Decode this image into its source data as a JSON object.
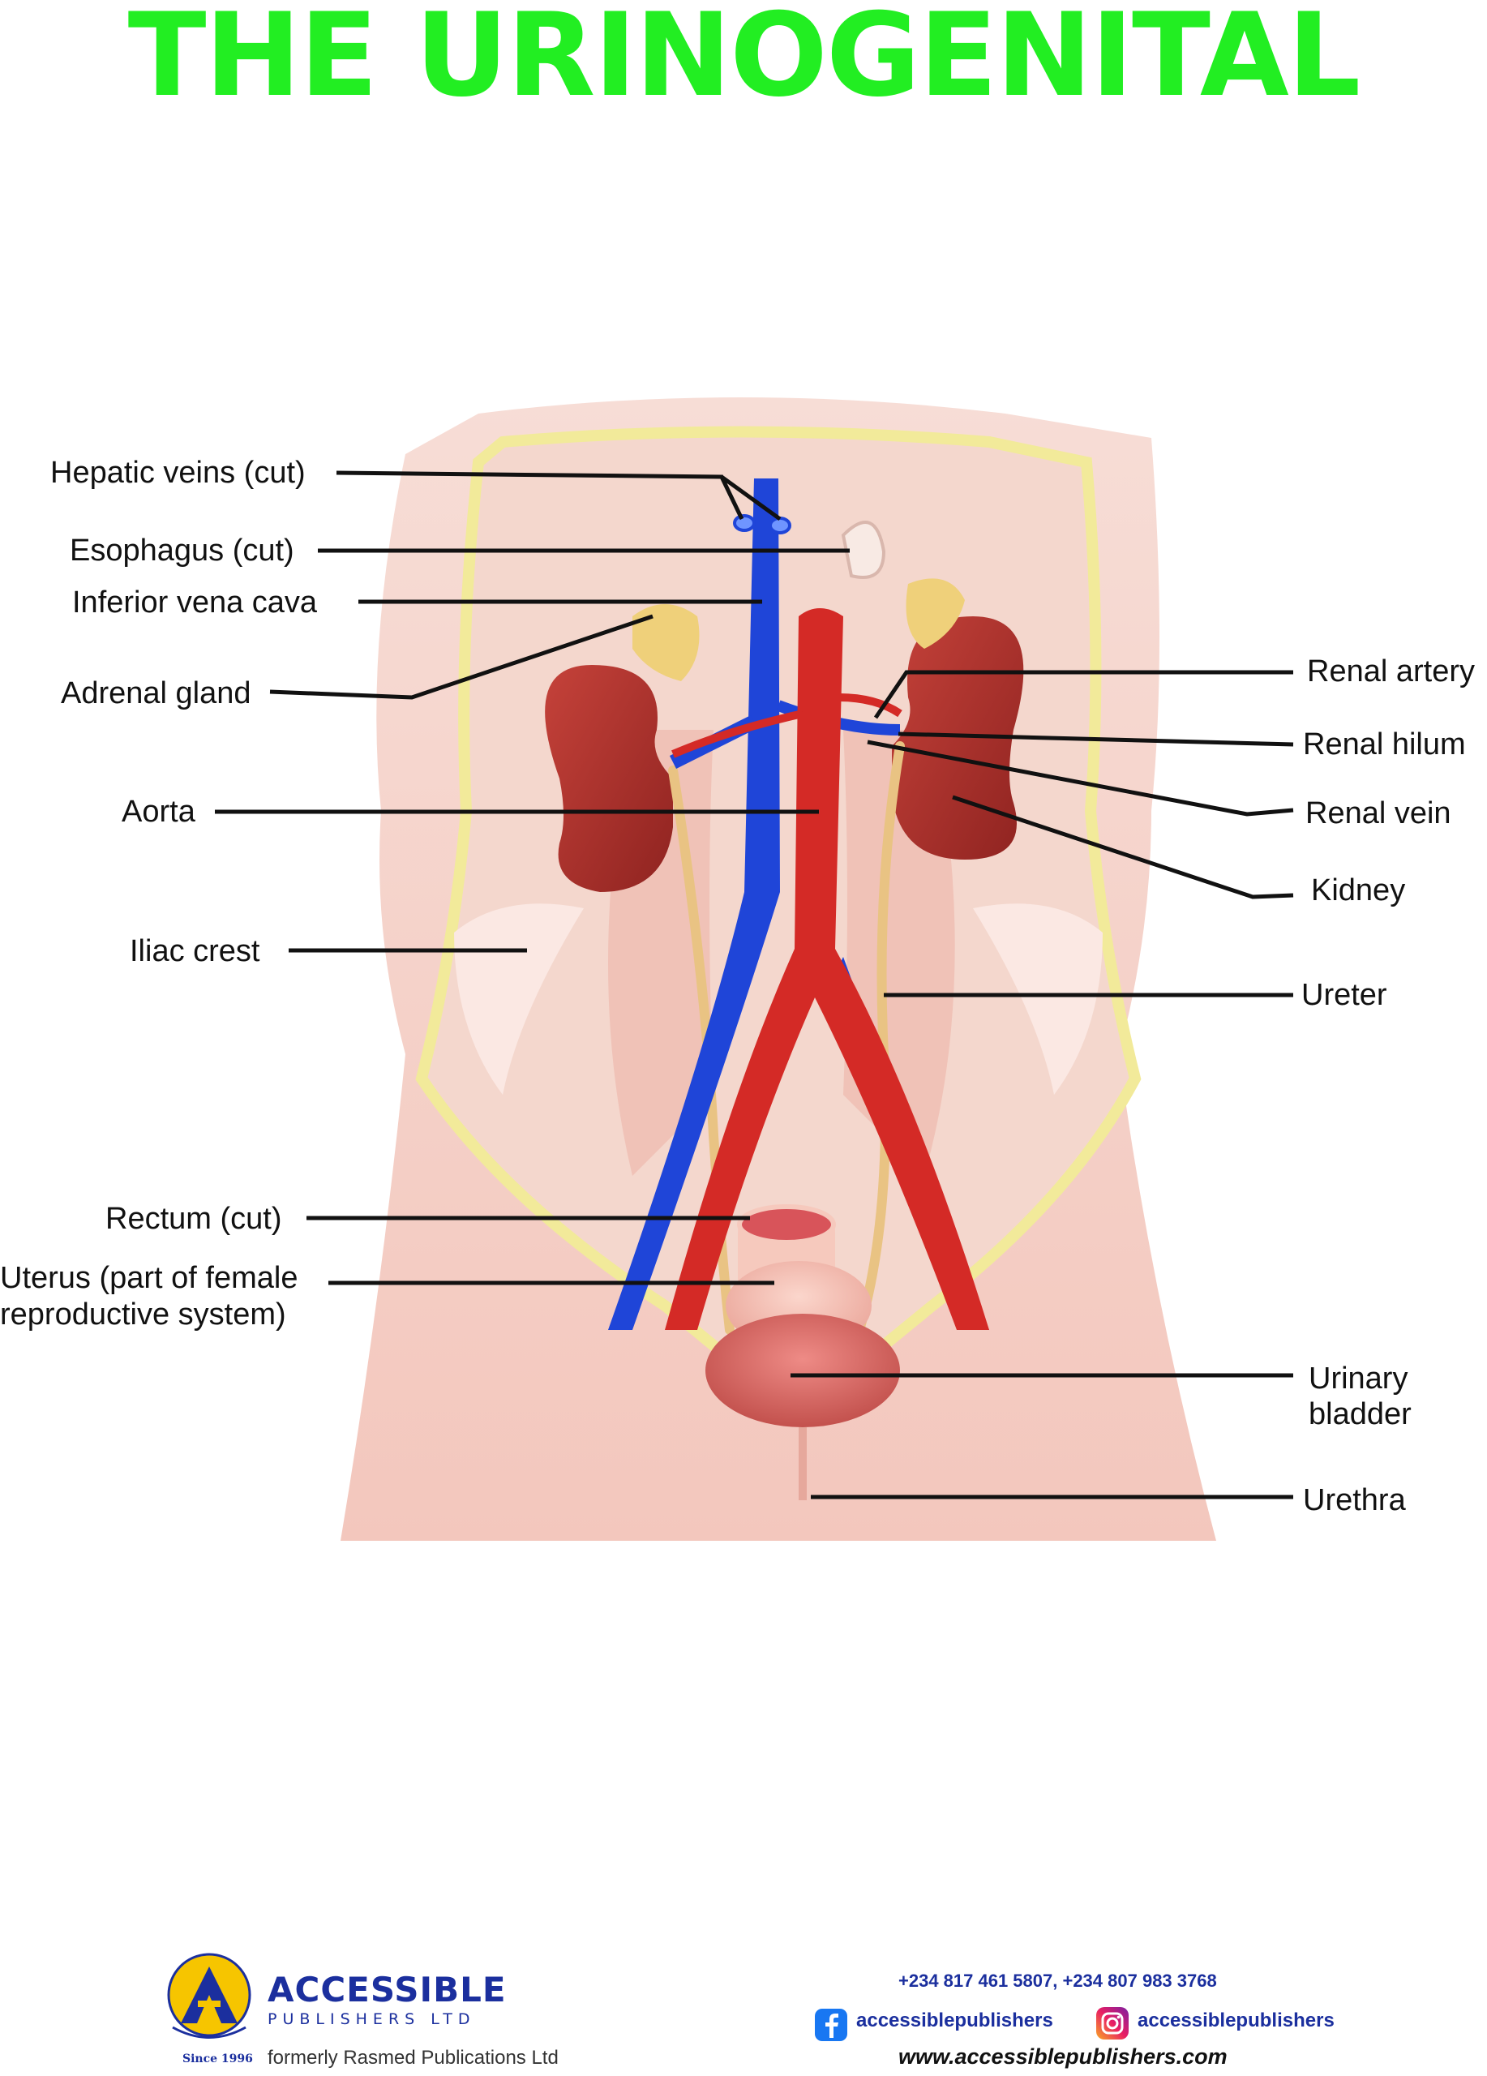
{
  "title": "THE URINOGENITAL",
  "labels": {
    "hepatic_veins": "Hepatic veins (cut)",
    "esophagus": "Esophagus (cut)",
    "inferior_vena_cava": "Inferior vena cava",
    "adrenal_gland": "Adrenal gland",
    "aorta": "Aorta",
    "iliac_crest": "Iliac crest",
    "rectum": "Rectum (cut)",
    "uterus_line1": "Uterus (part of female",
    "uterus_line2": "reproductive system)",
    "renal_artery": "Renal artery",
    "renal_hilum": "Renal hilum",
    "renal_vein": "Renal vein",
    "kidney": "Kidney",
    "ureter": "Ureter",
    "urinary_bladder_line1": "Urinary",
    "urinary_bladder_line2": "bladder",
    "urethra": "Urethra"
  },
  "footer": {
    "brand_name": "ACCESSIBLE",
    "brand_sub": "PUBLISHERS LTD",
    "since": "Since 1996",
    "formerly": "formerly Rasmed Publications Ltd",
    "phones": "+234 817 461 5807, +234 807 983 3768",
    "facebook": "accessiblepublishers",
    "instagram": "accessiblepublishers",
    "website": "www.accessiblepublishers.com"
  },
  "colors": {
    "title": "#22ee22",
    "vein": "#1f45d8",
    "artery": "#d42a26",
    "kidney": "#b2322c",
    "ureter": "#e9c383",
    "skin": "#f5cfc6",
    "fat_layer": "#f2ea9a",
    "brand": "#1b2f9e"
  }
}
